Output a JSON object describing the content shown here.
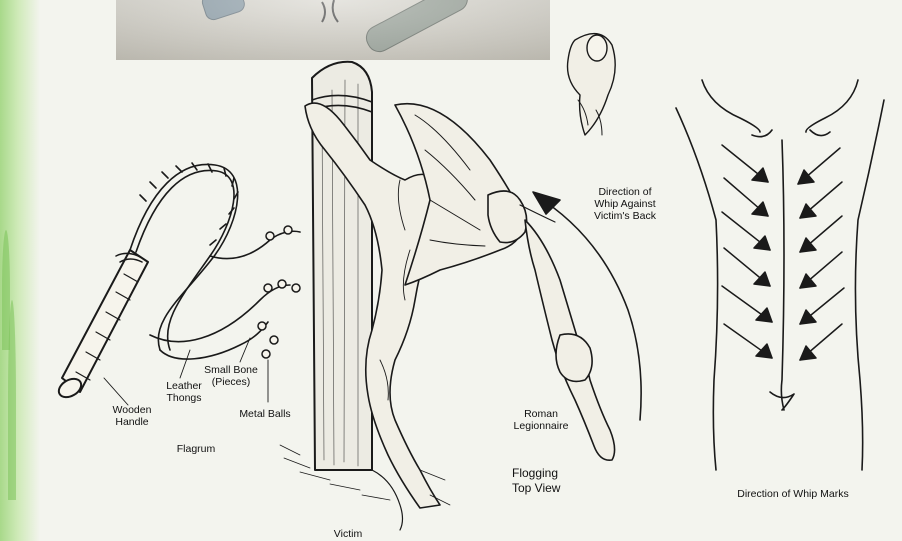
{
  "labels": {
    "wooden_handle": "Wooden\nHandle",
    "leather_thongs": "Leather\nThongs",
    "small_bone": "Small Bone\n(Pieces)",
    "metal_balls": "Metal Balls",
    "flagrum": "Flagrum",
    "victim": "Victim",
    "whip_direction": "Direction of\nWhip Against\nVictim's Back",
    "roman_legionnaire": "Roman\nLegionnaire",
    "flogging_top_view": "Flogging\nTop View",
    "whip_marks": "Direction of Whip Marks"
  },
  "colors": {
    "paper": "#f3f4ee",
    "ink": "#1a1a1a",
    "left_edge_green": "#a8d98a"
  }
}
